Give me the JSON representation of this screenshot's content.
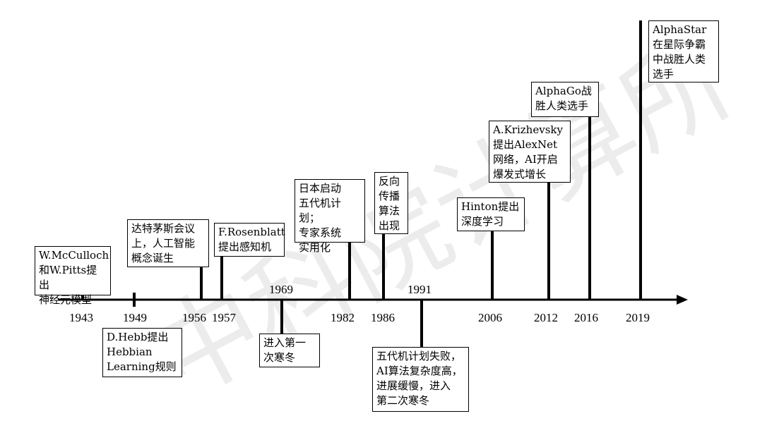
{
  "watermark": "中科院计算所",
  "years": [
    {
      "label": "1943",
      "ticks": [
        "up"
      ]
    },
    {
      "label": "1949",
      "ticks": [
        "up",
        "down"
      ]
    },
    {
      "label": "1956",
      "ticks": [
        "up"
      ]
    },
    {
      "label": "1957",
      "ticks": [
        "up"
      ]
    },
    {
      "label": "1969",
      "ticks": [
        "down"
      ]
    },
    {
      "label": "1982",
      "ticks": [
        "up"
      ]
    },
    {
      "label": "1986",
      "ticks": [
        "up"
      ]
    },
    {
      "label": "1991",
      "ticks": [
        "down"
      ]
    },
    {
      "label": "2006",
      "ticks": [
        "up"
      ]
    },
    {
      "label": "2012",
      "ticks": [
        "up"
      ]
    },
    {
      "label": "2016",
      "ticks": [
        "up"
      ]
    },
    {
      "label": "2019",
      "ticks": [
        "up"
      ]
    }
  ],
  "events": [
    {
      "id": "mcculloch",
      "text": "W.McCulloch\n和W.Pitts提出\n神经元模型"
    },
    {
      "id": "hebb",
      "text": "D.Hebb提出\nHebbian\nLearning规则"
    },
    {
      "id": "dartmouth",
      "text": "达特茅斯会议\n上，人工智能\n概念诞生"
    },
    {
      "id": "rosenblatt",
      "text": "F.Rosenblatt\n提出感知机"
    },
    {
      "id": "winter1",
      "text": "进入第一\n次寒冬"
    },
    {
      "id": "fifthgen",
      "text": "日本启动\n五代机计划；\n专家系统\n实用化"
    },
    {
      "id": "backprop",
      "text": "反向\n传播\n算法\n出现"
    },
    {
      "id": "winter2",
      "text": "五代机计划失败，\nAI算法复杂度高，\n进展缓慢，进入\n第二次寒冬"
    },
    {
      "id": "hinton",
      "text": "Hinton提出\n深度学习"
    },
    {
      "id": "alexnet",
      "text": "A.Krizhevsky\n提出AlexNet\n网络，AI开启\n爆发式增长"
    },
    {
      "id": "alphago",
      "text": "AlphaGo战\n胜人类选手"
    },
    {
      "id": "alphastar",
      "text": "AlphaStar\n在星际争霸\n中战胜人类\n选手"
    }
  ]
}
